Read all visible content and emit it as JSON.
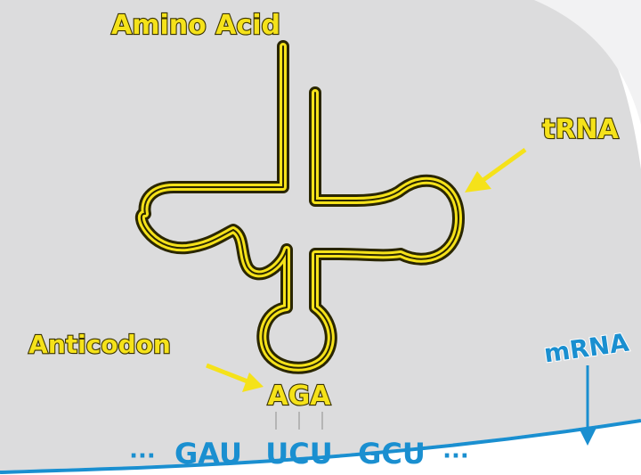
{
  "labels": {
    "amino_acid": "Amino Acid",
    "trna": "tRNA",
    "anticodon_label": "Anticodon",
    "anticodon_seq": "AGA",
    "mrna": "mRNA"
  },
  "mrna_sequence": {
    "leading": "···",
    "codons": [
      "GAU",
      "UCU",
      "GCU"
    ],
    "trailing": "···"
  },
  "colors": {
    "trna_yellow": "#f5e21a",
    "trna_outline": "#2a2600",
    "mrna_blue": "#1a8fd0",
    "background_gray": "#dcdcdd"
  }
}
